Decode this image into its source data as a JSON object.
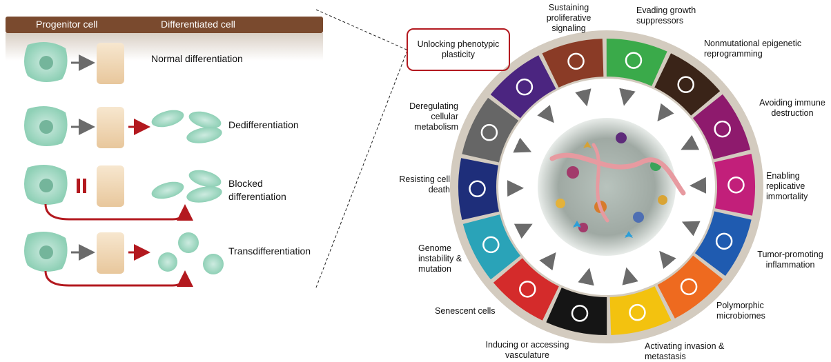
{
  "left_panel": {
    "header": {
      "progenitor": "Progenitor cell",
      "differentiated": "Differentiated cell"
    },
    "rows": [
      {
        "label": "Normal differentiation"
      },
      {
        "label": "Dedifferentiation"
      },
      {
        "label": "Blocked differentiation"
      },
      {
        "label": "Transdifferentiation"
      }
    ]
  },
  "wheel": {
    "segments": [
      {
        "label": "Sustaining proliferative signaling",
        "color": "#3aaa4a",
        "icon": "arrow-up-right-icon"
      },
      {
        "label": "Evading growth suppressors",
        "color": "#3a2418",
        "icon": "prohibited-icon"
      },
      {
        "label": "Nonmutational epigenetic reprogramming",
        "color": "#8e1a6d",
        "icon": "chromatin-icon"
      },
      {
        "label": "Avoiding immune destruction",
        "color": "#c21f7a",
        "icon": "immune-cell-icon"
      },
      {
        "label": "Enabling replicative immortality",
        "color": "#1f5bb0",
        "icon": "infinity-icon"
      },
      {
        "label": "Tumor-promoting inflammation",
        "color": "#ee6a1f",
        "icon": "flame-icon"
      },
      {
        "label": "Polymorphic microbiomes",
        "color": "#f3c20f",
        "icon": "bacteria-icon"
      },
      {
        "label": "Activating invasion & metastasis",
        "color": "#151515",
        "icon": "invading-cell-icon"
      },
      {
        "label": "Inducing or accessing vasculature",
        "color": "#d42b2b",
        "icon": "blood-vessel-icon"
      },
      {
        "label": "Senescent cells",
        "color": "#2aa3b8",
        "icon": "leaf-icon"
      },
      {
        "label": "Genome instability & mutation",
        "color": "#1e2e7a",
        "icon": "dna-icon"
      },
      {
        "label": "Resisting cell death",
        "color": "#666666",
        "icon": "cross-icon"
      },
      {
        "label": "Deregulating cellular metabolism",
        "color": "#4b2580",
        "icon": "atom-icon"
      },
      {
        "label": "Unlocking phenotypic plasticity",
        "color": "#8a3b26",
        "icon": "key-icon"
      }
    ],
    "ring_color": "#d3cbbf"
  }
}
